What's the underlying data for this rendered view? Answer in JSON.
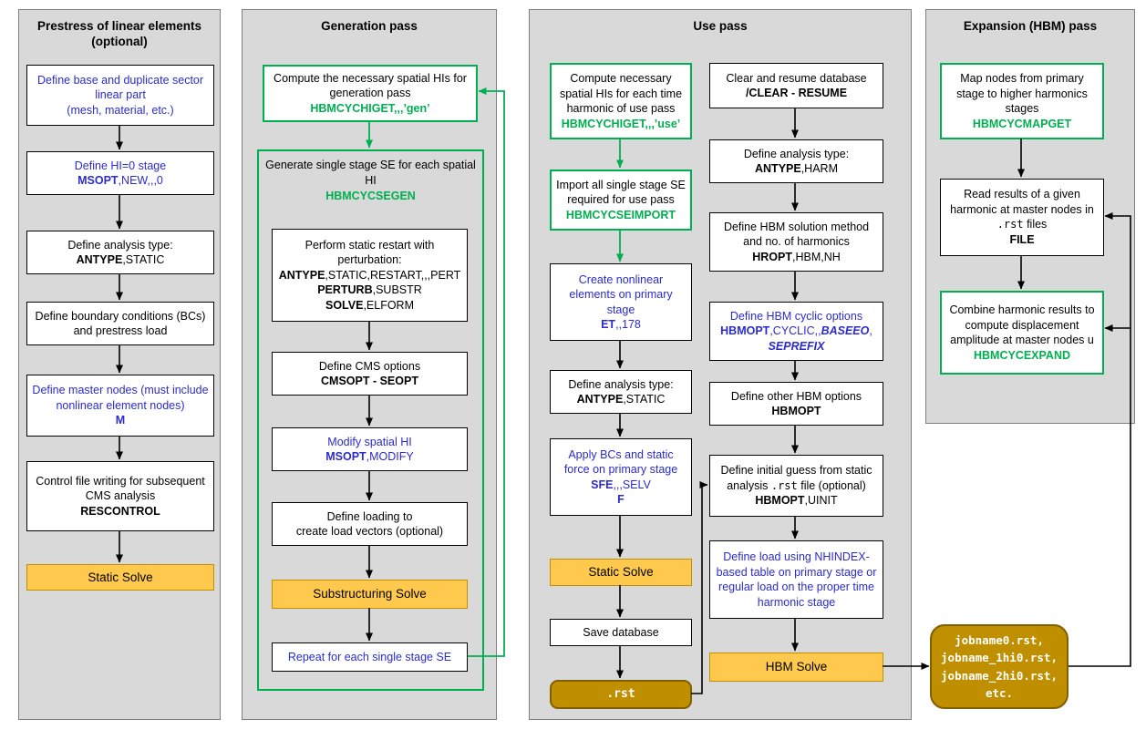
{
  "colors": {
    "panel_bg": "#D9D9D9",
    "green_accent": "#00B050",
    "blue_text": "#2B2BCE",
    "solve_gold": "#FFC94D",
    "result_dark_gold": "#BF8F00"
  },
  "p1": {
    "title": "Prestress of linear elements\n(optional)",
    "b1": {
      "l1": "Define base and duplicate sector linear part",
      "l2": "(mesh, material, etc.)"
    },
    "b2": {
      "l1": "Define HI=0 stage",
      "cmd": "MSOPT",
      "args": ",NEW,,,0"
    },
    "b3": {
      "l1": "Define analysis type:",
      "cmd": "ANTYPE",
      "args": ",STATIC"
    },
    "b4": {
      "l1": "Define boundary conditions (BCs) and prestress load"
    },
    "b5": {
      "l1": "Define master nodes (must include nonlinear element nodes)",
      "cmd": "M"
    },
    "b6": {
      "l1": "Control file writing for subsequent CMS analysis",
      "cmd": "RESCONTROL"
    },
    "b7": {
      "label": "Static Solve"
    }
  },
  "p2": {
    "title": "Generation pass",
    "g1": {
      "l1": "Compute the necessary spatial HIs for generation pass",
      "cmd": "HBMCYCHIGET",
      "args": ",,,’gen’"
    },
    "seg": {
      "l1": "Generate single stage SE for each spatial HI",
      "cmd": "HBMCYCSEGEN"
    },
    "i1": {
      "l1": "Perform static restart with perturbation:",
      "c1": "ANTYPE",
      "a1": ",STATIC,RESTART,,,PERT",
      "c2": "PERTURB",
      "a2": ",SUBSTR",
      "c3": "SOLVE",
      "a3": ",ELFORM"
    },
    "i2": {
      "l1": "Define CMS options",
      "cmd": "CMSOPT - SEOPT"
    },
    "i3": {
      "l1": "Modify spatial HI",
      "cmd": "MSOPT",
      "args": ",MODIFY"
    },
    "i4": {
      "l1": "Define loading to",
      "l2": "create load vectors (optional)"
    },
    "i5": {
      "label": "Substructuring Solve"
    },
    "i6": {
      "l1": "Repeat for each single stage SE"
    }
  },
  "p3": {
    "title": "Use pass",
    "u1": {
      "l1": "Compute necessary spatial HIs for each time harmonic of use pass",
      "cmd": "HBMCYCHIGET",
      "args": ",,,’use’"
    },
    "u2": {
      "l1": "Import all single stage SE required for use pass",
      "cmd": "HBMCYCSEIMPORT"
    },
    "u3": {
      "l1": "Create nonlinear elements on primary stage",
      "cmd": "ET",
      "args": ",,178"
    },
    "u4": {
      "l1": "Define analysis type:",
      "cmd": "ANTYPE",
      "args": ",STATIC"
    },
    "u5": {
      "l1": "Apply BCs and static force on primary stage",
      "cmd": "SFE",
      "args": ",,,SELV",
      "cmd2": "F"
    },
    "u6": {
      "label": "Static Solve"
    },
    "u7": {
      "l1": "Save database"
    },
    "u8": {
      "label": ".rst"
    },
    "r1": {
      "l1": "Clear and resume database",
      "cmd": "/CLEAR - RESUME"
    },
    "r2": {
      "l1": "Define analysis type:",
      "cmd": "ANTYPE",
      "args": ",HARM"
    },
    "r3": {
      "l1": "Define HBM solution method and no. of harmonics",
      "cmd": "HROPT",
      "args": ",HBM,NH"
    },
    "r4": {
      "l1": "Define HBM cyclic options",
      "cmd": "HBMOPT",
      "mid": ",CYCLIC,,",
      "it1": "BASEEO",
      "sep": ",",
      "it2": "SEPREFIX"
    },
    "r5": {
      "l1": "Define other HBM options",
      "cmd": "HBMOPT"
    },
    "r6": {
      "t1": "Define initial guess from static analysis ",
      "mono": ".rst",
      "t2": " file (optional)",
      "cmd": "HBMOPT",
      "args": ",UINIT"
    },
    "r7": {
      "l1": "Define load using NHINDEX-based table on primary stage or regular load on the proper time harmonic stage"
    },
    "r8": {
      "label": "HBM Solve"
    }
  },
  "jobname": {
    "l1": "jobname0.rst,",
    "l2": "jobname_1hi0.rst,",
    "l3": "jobname_2hi0.rst,",
    "l4": "etc."
  },
  "p4": {
    "title": "Expansion (HBM) pass",
    "e1": {
      "l1": "Map nodes from primary stage to higher harmonics stages",
      "cmd": "HBMCYCMAPGET"
    },
    "e2": {
      "t1": "Read results of a given harmonic at master nodes in ",
      "mono": ".rst",
      "t2": " files",
      "cmd": "FILE"
    },
    "e3": {
      "l1": "Combine harmonic results to compute displacement amplitude at master nodes u",
      "cmd": "HBMCYCEXPAND"
    }
  }
}
